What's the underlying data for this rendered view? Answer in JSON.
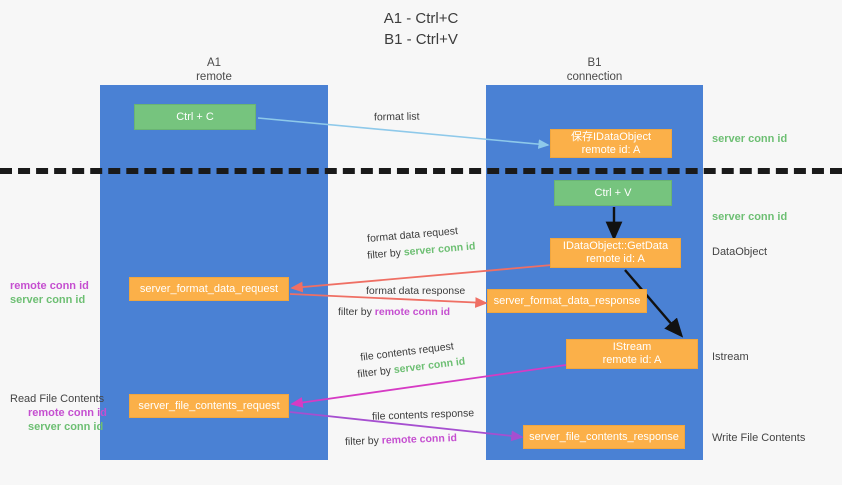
{
  "title": "A1 - Ctrl+C\nB1 - Ctrl+V",
  "lanes": {
    "left": {
      "name": "A1",
      "sub": "remote",
      "header": "A1\nremote"
    },
    "right": {
      "name": "B1",
      "sub": "connection",
      "header": "B1\nconnection"
    }
  },
  "boxes": {
    "ctrl_c": "Ctrl + C",
    "ctrl_v": "Ctrl + V",
    "save_idataobject": "保存IDataObject\nremote id: A",
    "getdata": "IDataObject::GetData\nremote id: A",
    "istream": "IStream\nremote id: A",
    "server_format_data_request": "server_format_data_request",
    "server_format_data_response": "server_format_data_response",
    "server_file_contents_request": "server_file_contents_request",
    "server_file_contents_response": "server_file_contents_response"
  },
  "right_labels": {
    "server_conn_id_1": "server conn id",
    "server_conn_id_2": "server conn id",
    "dataobject": "DataObject",
    "istream": "Istream",
    "write_file_contents": "Write File Contents"
  },
  "left_labels": {
    "remote_conn_id_1": "remote conn id",
    "server_conn_id_1": "server conn id",
    "read_file_contents": "Read File Contents",
    "remote_conn_id_2": "remote conn id",
    "server_conn_id_2": "server conn id"
  },
  "arrow_labels": {
    "format_list": "format list",
    "format_data_request": "format data request",
    "format_data_request_filter_prefix": "filter by ",
    "format_data_request_filter_value": "server conn id",
    "format_data_response": "format data response",
    "format_data_response_filter_prefix": "filter by ",
    "format_data_response_filter_value": "remote conn id",
    "file_contents_request": "file contents request",
    "file_contents_request_filter_prefix": "filter by ",
    "file_contents_request_filter_value": "server conn id",
    "file_contents_response": "file contents response",
    "file_contents_response_filter_prefix": "filter by ",
    "file_contents_response_filter_value": "remote conn id"
  },
  "colors": {
    "lane": "#4a81d4",
    "green_box": "#76c47e",
    "orange_box": "#fbb049",
    "green_text": "#6dbf73",
    "purple_text": "#c54fd0",
    "arrow_blue": "#8ec9ea",
    "arrow_red": "#ef6f64",
    "arrow_magenta": "#d63bc4",
    "arrow_purple": "#a64fd0",
    "arrow_black": "#111111",
    "divider": "#1a1a1a",
    "background": "#f7f7f7"
  }
}
